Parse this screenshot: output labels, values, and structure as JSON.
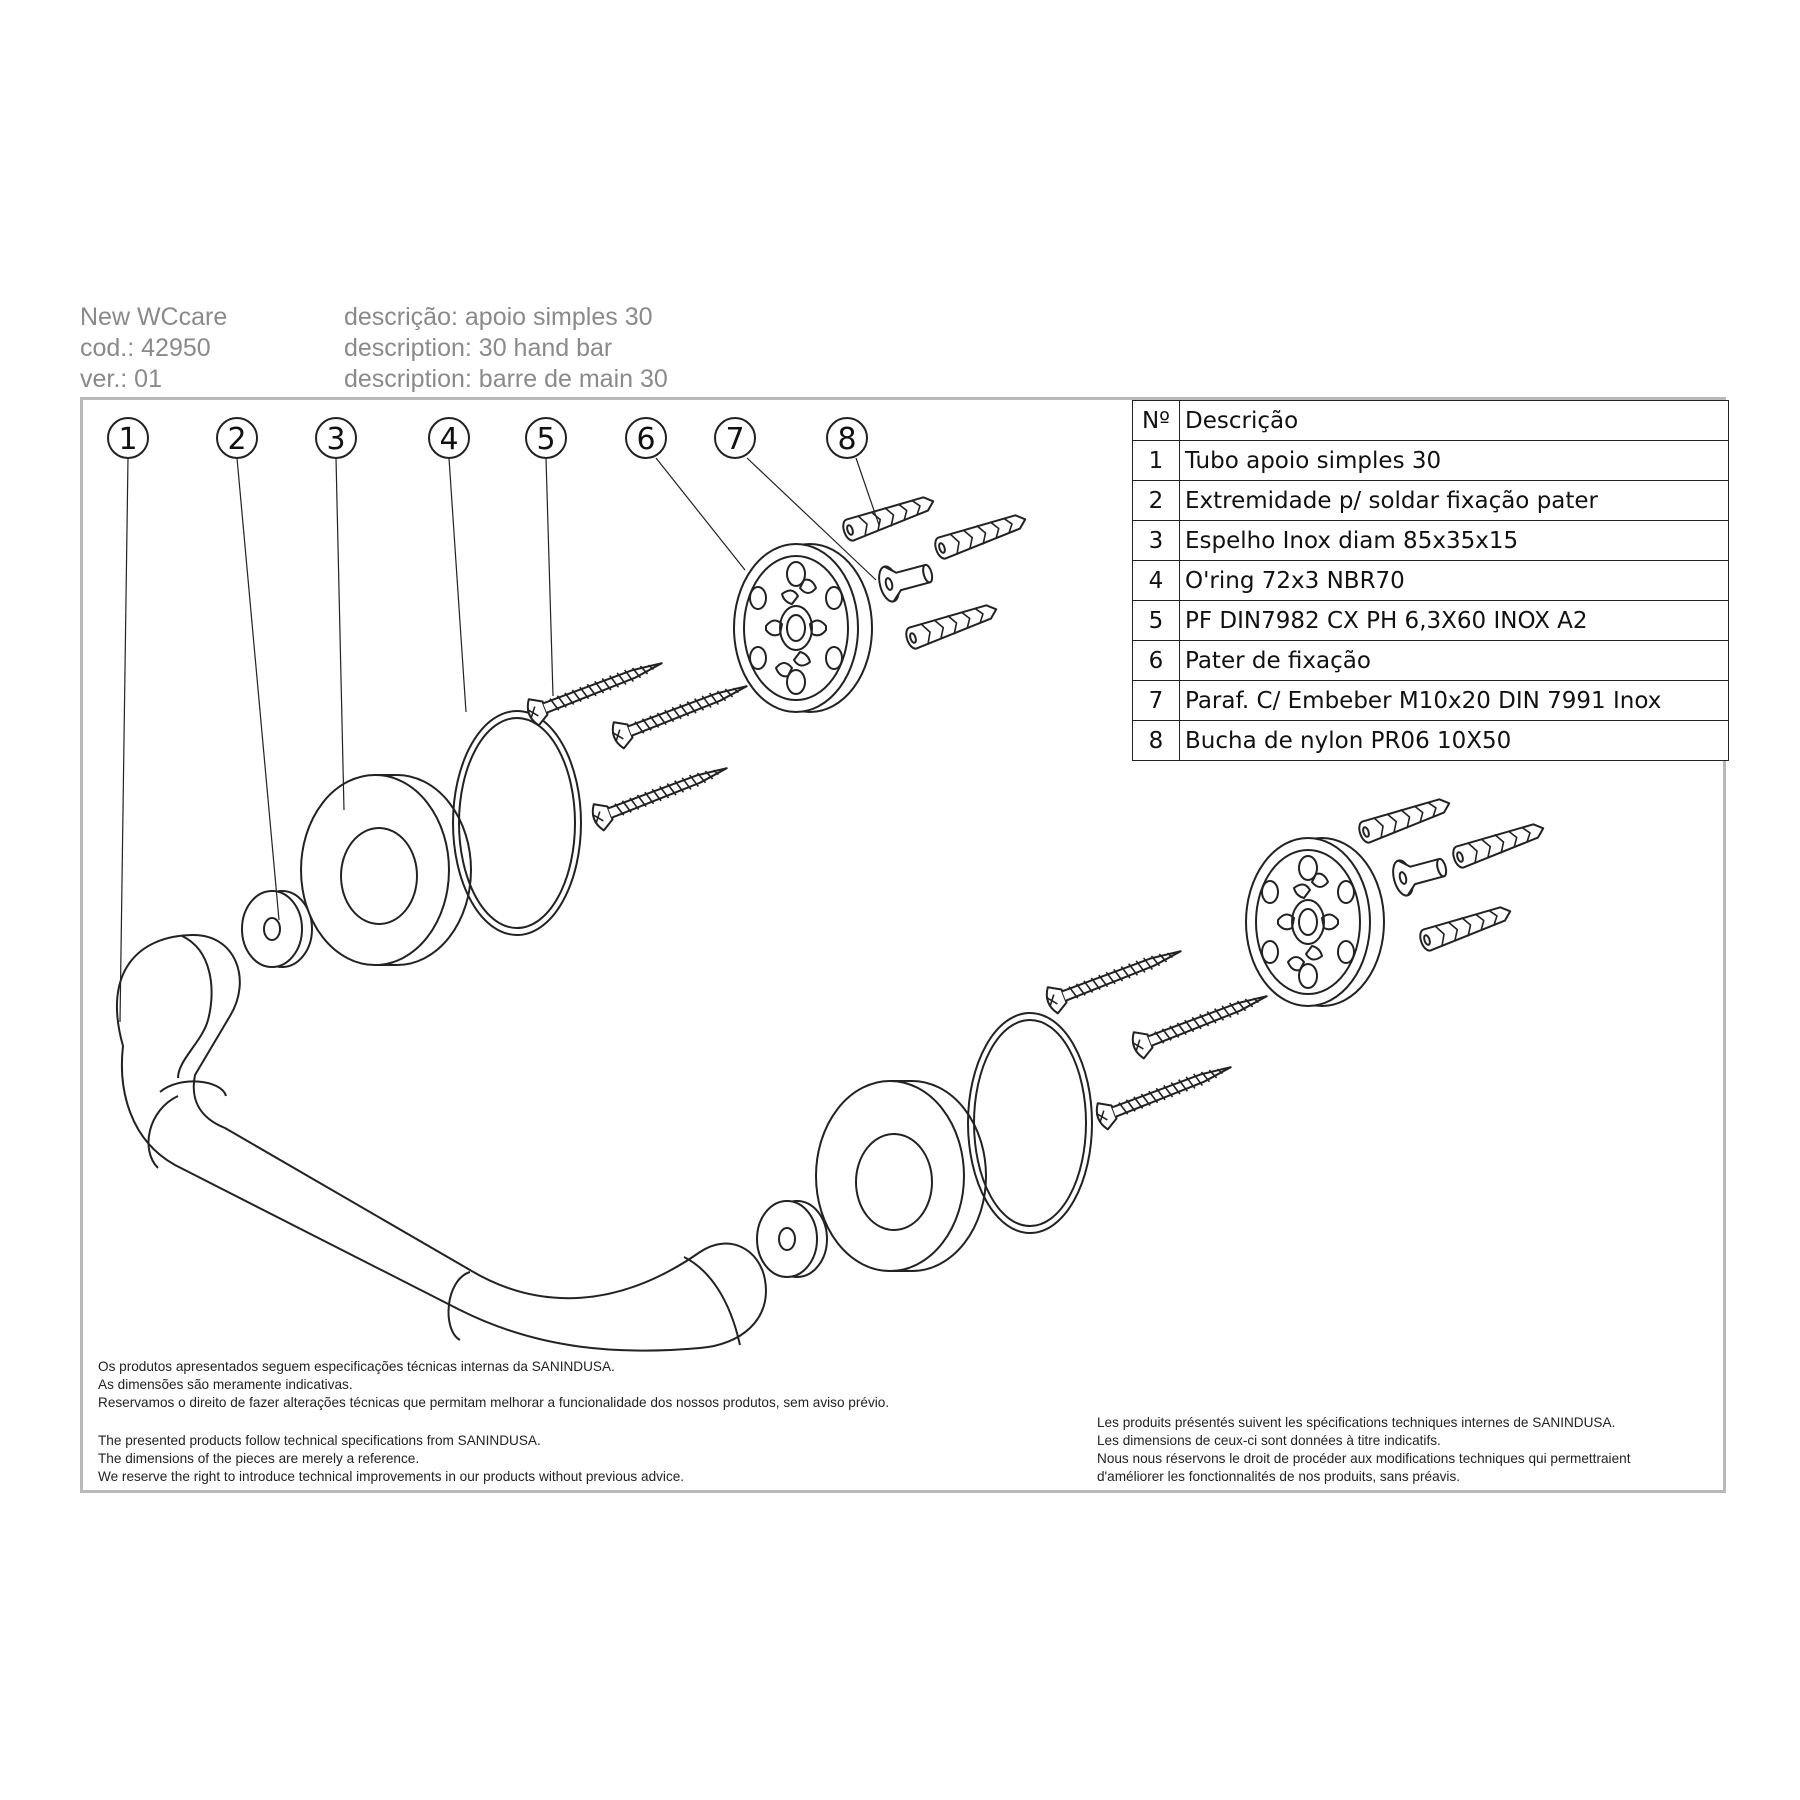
{
  "header": {
    "product": "New WCcare",
    "code": "cod.: 42950",
    "version": "ver.: 01",
    "desc_pt": "descrição: apoio simples 30",
    "desc_en": "description: 30 hand bar",
    "desc_fr": "description: barre de main 30"
  },
  "table": {
    "col_no": "Nº",
    "col_desc": "Descrição",
    "rows": [
      {
        "no": "1",
        "desc": "Tubo apoio simples 30"
      },
      {
        "no": "2",
        "desc": "Extremidade p/ soldar fixação pater"
      },
      {
        "no": "3",
        "desc": "Espelho Inox diam 85x35x15"
      },
      {
        "no": "4",
        "desc": "O'ring 72x3  NBR70"
      },
      {
        "no": "5",
        "desc": "PF DIN7982 CX PH 6,3X60 INOX A2"
      },
      {
        "no": "6",
        "desc": "Pater de fixação"
      },
      {
        "no": "7",
        "desc": "Paraf. C/ Embeber  M10x20 DIN 7991 Inox"
      },
      {
        "no": "8",
        "desc": "Bucha de nylon PR06 10X50"
      }
    ]
  },
  "callouts": [
    "1",
    "2",
    "3",
    "4",
    "5",
    "6",
    "7",
    "8"
  ],
  "notes_pt": [
    "Os produtos apresentados seguem especificações técnicas internas da SANINDUSA.",
    "As dimensões são meramente indicativas.",
    "Reservamos o direito de fazer alterações técnicas que permitam melhorar a funcionalidade dos nossos produtos, sem aviso prévio."
  ],
  "notes_en": [
    "The presented products follow technical specifications from SANINDUSA.",
    "The dimensions of the pieces are merely a reference.",
    "We reserve the right to introduce technical improvements in our products without previous advice."
  ],
  "notes_fr": [
    "Les produits présentés suivent les spécifications techniques internes de SANINDUSA.",
    "Les dimensions de ceux-ci sont données à titre indicatifs.",
    "Nous nous réservons le droit de procéder aux modifications techniques qui permettraient",
    "d'améliorer les fonctionnalités de nos produits, sans préavis."
  ]
}
